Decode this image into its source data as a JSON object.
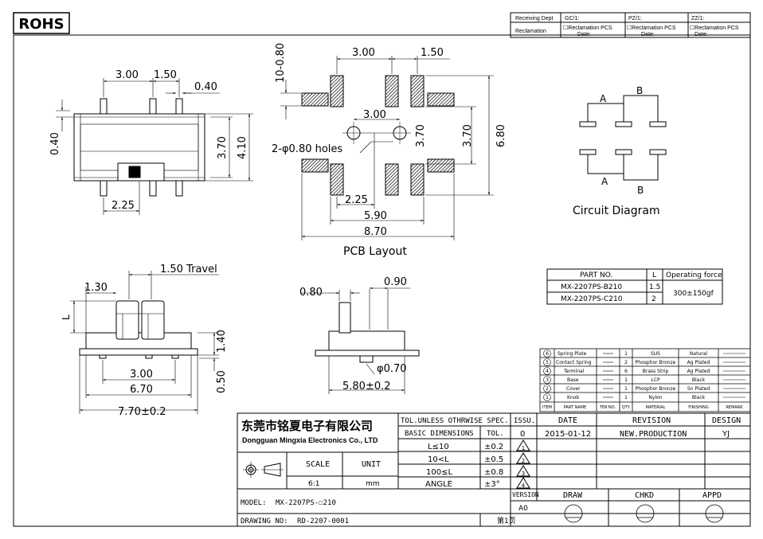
{
  "rohs": "ROHS",
  "top_table": {
    "receiving_dept": "Receiving Dept",
    "gc": "GC/1:",
    "pz": "PZ/1:",
    "zz": "ZZ/1:",
    "reclamation": "Reclamation",
    "recl_pcs": "☐Reclamation  PCS",
    "date": "Date:"
  },
  "dims": {
    "d300": "3.00",
    "d150": "1.50",
    "d040": "0.40",
    "d370": "3.70",
    "d410": "4.10",
    "d225": "2.25",
    "d1080": "10-0.80",
    "d680": "6.80",
    "holes": "2-φ0.80 holes",
    "d590": "5.90",
    "d870": "8.70",
    "travel": "1.50  Travel",
    "d130": "1.30",
    "l": "L",
    "d140": "1.40",
    "d050": "0.50",
    "d670": "6.70",
    "d770": "7.70±0.2",
    "d080": "0.80",
    "d090": "0.90",
    "phi070": "φ0.70",
    "d580": "5.80±0.2"
  },
  "labels": {
    "pcb_layout": "PCB Layout",
    "circuit_diagram": "Circuit Diagram",
    "a": "A",
    "b": "B"
  },
  "part_table": {
    "headers": [
      "PART NO.",
      "L",
      "Operating force"
    ],
    "rows": [
      [
        "MX-2207PS-B210",
        "1.5"
      ],
      [
        "MX-2207PS-C210",
        "2"
      ]
    ],
    "force": "300±150gf"
  },
  "bom": {
    "rows": [
      {
        "no": "6",
        "name": "Spring Plate",
        "qty": "1",
        "material": "SUS",
        "finish": "Natural"
      },
      {
        "no": "5",
        "name": "Contact Spring",
        "qty": "2",
        "material": "Phosphor Bronze",
        "finish": "Ag Plated"
      },
      {
        "no": "4",
        "name": "Terminal",
        "qty": "6",
        "material": "Brass Strip",
        "finish": "Ag Plated"
      },
      {
        "no": "3",
        "name": "Base",
        "qty": "1",
        "material": "LCP",
        "finish": "Black"
      },
      {
        "no": "2",
        "name": "Cover",
        "qty": "1",
        "material": "Phosphor Bronze",
        "finish": "Sn Plated"
      },
      {
        "no": "1",
        "name": "Knob",
        "qty": "1",
        "material": "Nylon",
        "finish": "Black"
      }
    ],
    "headers": [
      "ITEM",
      "PART NAME",
      "TER'NO.",
      "QTY.",
      "MATERIAL",
      "FINISHING",
      "REMARK"
    ]
  },
  "title_block": {
    "company_cn": "东莞市铭夏电子有限公司",
    "company_en": "Dongguan Mingxia Electronics Co., LTD",
    "tol_spec": "TOL.UNLESS OTHRWISE SPEC.",
    "basic_dim": "BASIC DIMENSIONS",
    "tol": "TOL.",
    "tol_rows": [
      {
        "range": "L≤10",
        "val": "±0.2",
        "mark": "1"
      },
      {
        "range": "10<L",
        "val": "±0.5",
        "mark": "2"
      },
      {
        "range": "100≤L",
        "val": "±0.8",
        "mark": "3"
      },
      {
        "range": "ANGLE",
        "val": "±3°",
        "mark": "4"
      }
    ],
    "issu": "ISSU.",
    "date_h": "DATE",
    "revision_h": "REVISION",
    "design_h": "DESIGN",
    "issu_val": "0",
    "date_val": "2015-01-12",
    "revision_val": "NEW.PRODUCTION",
    "design_val": "YJ",
    "scale": "SCALE",
    "unit": "UNIT",
    "scale_val": "6:1",
    "unit_val": "mm",
    "model_label": "MODEL:",
    "model_val": "MX-2207PS-☐210",
    "drawing_label": "DRAWING NO:",
    "drawing_val": "RD-2207-0001",
    "page": "第1页",
    "version": "VERSION",
    "version_val": "A0",
    "draw": "DRAW",
    "chkd": "CHKD",
    "appd": "APPD"
  }
}
